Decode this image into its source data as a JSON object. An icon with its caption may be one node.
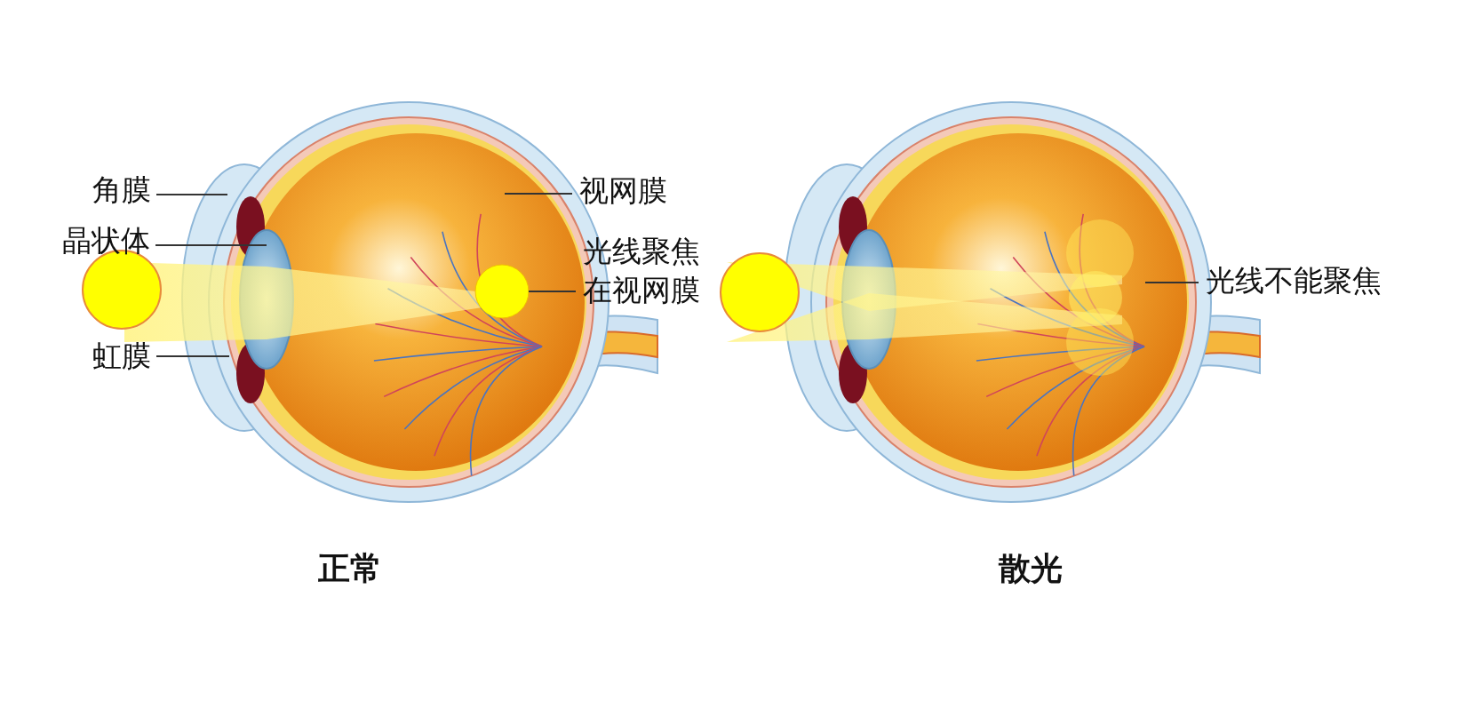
{
  "diagram": {
    "nodes": [
      {
        "text": [
          "角膜"
        ]
      },
      {
        "text": [
          "晶状体"
        ]
      },
      {
        "text": [
          "虹膜"
        ]
      },
      {
        "text": [
          "视网膜"
        ]
      },
      {
        "text": [
          "光线聚焦在视网膜"
        ]
      },
      {
        "text": [
          "光线不能聚焦"
        ]
      },
      {
        "text": [],
        "shape": "circle"
      }
    ],
    "edges": [
      {
        "from": 0,
        "to": null,
        "arrow": "none"
      },
      {
        "from": 1,
        "to": null,
        "arrow": "none"
      },
      {
        "from": 2,
        "to": null,
        "arrow": "none"
      },
      {
        "from": 3,
        "to": null,
        "arrow": "none"
      },
      {
        "from": 4,
        "to": 6,
        "arrow": "none"
      },
      {
        "from": 5,
        "to": null,
        "arrow": "none"
      }
    ],
    "labels": [
      "正常",
      "散光"
    ]
  }
}
